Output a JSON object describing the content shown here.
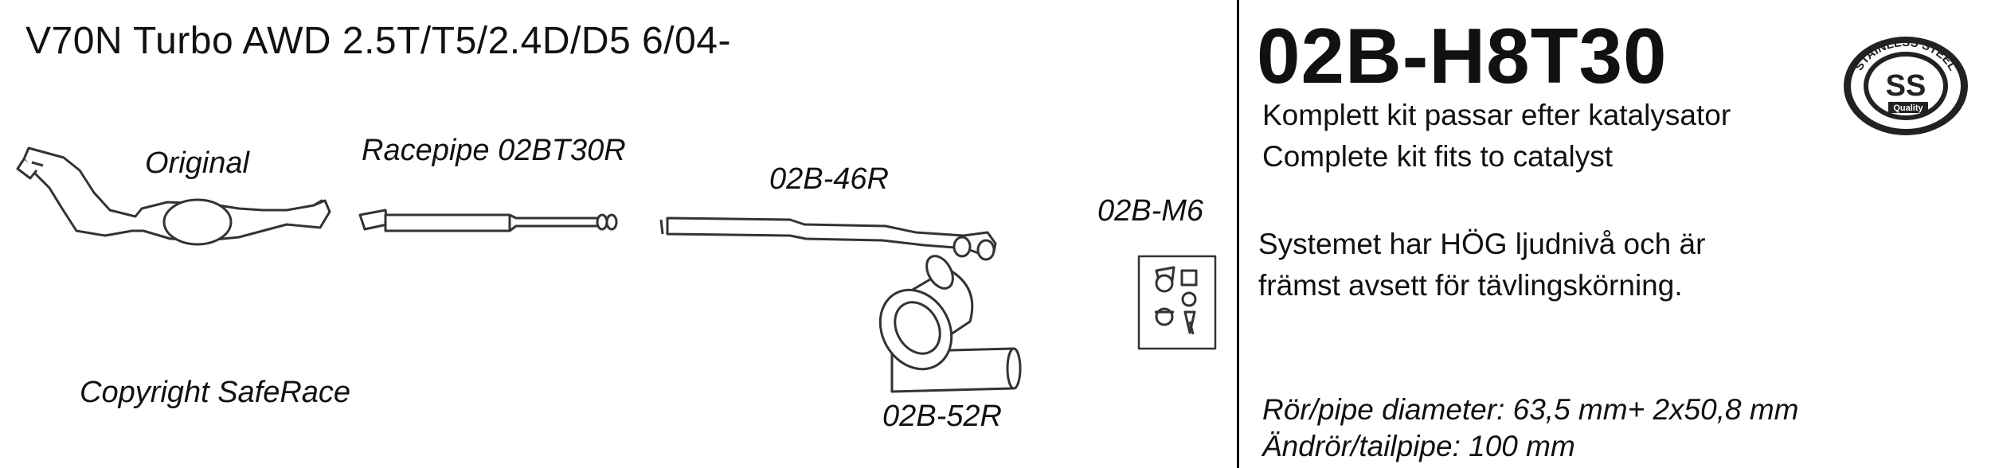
{
  "header": {
    "title": "V70N Turbo AWD  2.5T/T5/2.4D/D5   6/04-"
  },
  "parts": {
    "original": "Original",
    "racepipe": "Racepipe 02BT30R",
    "mid_pipe": "02B-46R",
    "mounting_kit": "02B-M6",
    "rear_silencer": "02B-52R"
  },
  "copyright": "Copyright SafeRace",
  "product": {
    "code": "02B-H8T30",
    "desc_sv": "Komplett kit passar efter katalysator",
    "desc_en": "Complete kit fits to catalyst",
    "warning_line1": "Systemet har HÖG ljudnivå och är",
    "warning_line2": "främst avsett för tävlingskörning.",
    "pipe_diameter": "Rör/pipe diameter: 63,5 mm+ 2x50,8 mm",
    "tailpipe": "Ändrör/tailpipe: 100 mm"
  },
  "badge": {
    "text_top": "STAINLESS STEEL",
    "text_center": "SS",
    "text_quality": "Quality"
  }
}
